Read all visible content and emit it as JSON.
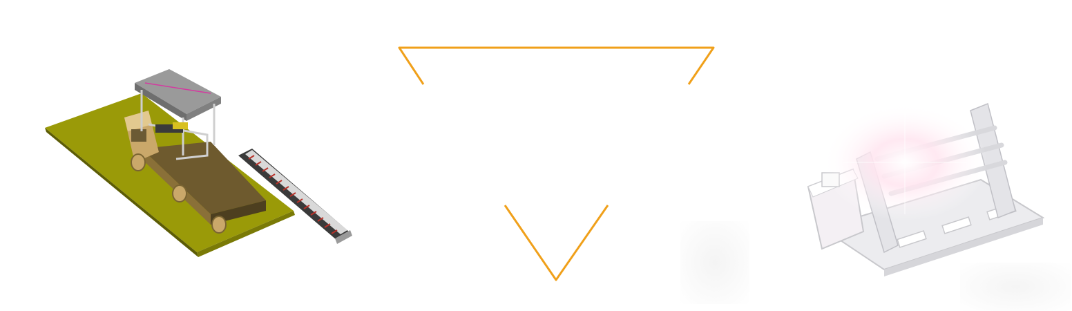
{
  "colors": {
    "background": "#ffffff",
    "accent_line": "#f0a01a",
    "ground_plate": "#9a9a08",
    "truck_body": "#caa86a",
    "cargo_box": "#6e5a2e",
    "conveyor_dark": "#3a3a3a",
    "conveyor_slats": "#b8322a",
    "machine_frame": "#c8c8cc",
    "motor_glow": "#ffe6f0"
  },
  "icons": {
    "left": "truck-loading-machine-illustration",
    "center": "split-triangle-outline",
    "right": "winch-motor-illustration"
  }
}
